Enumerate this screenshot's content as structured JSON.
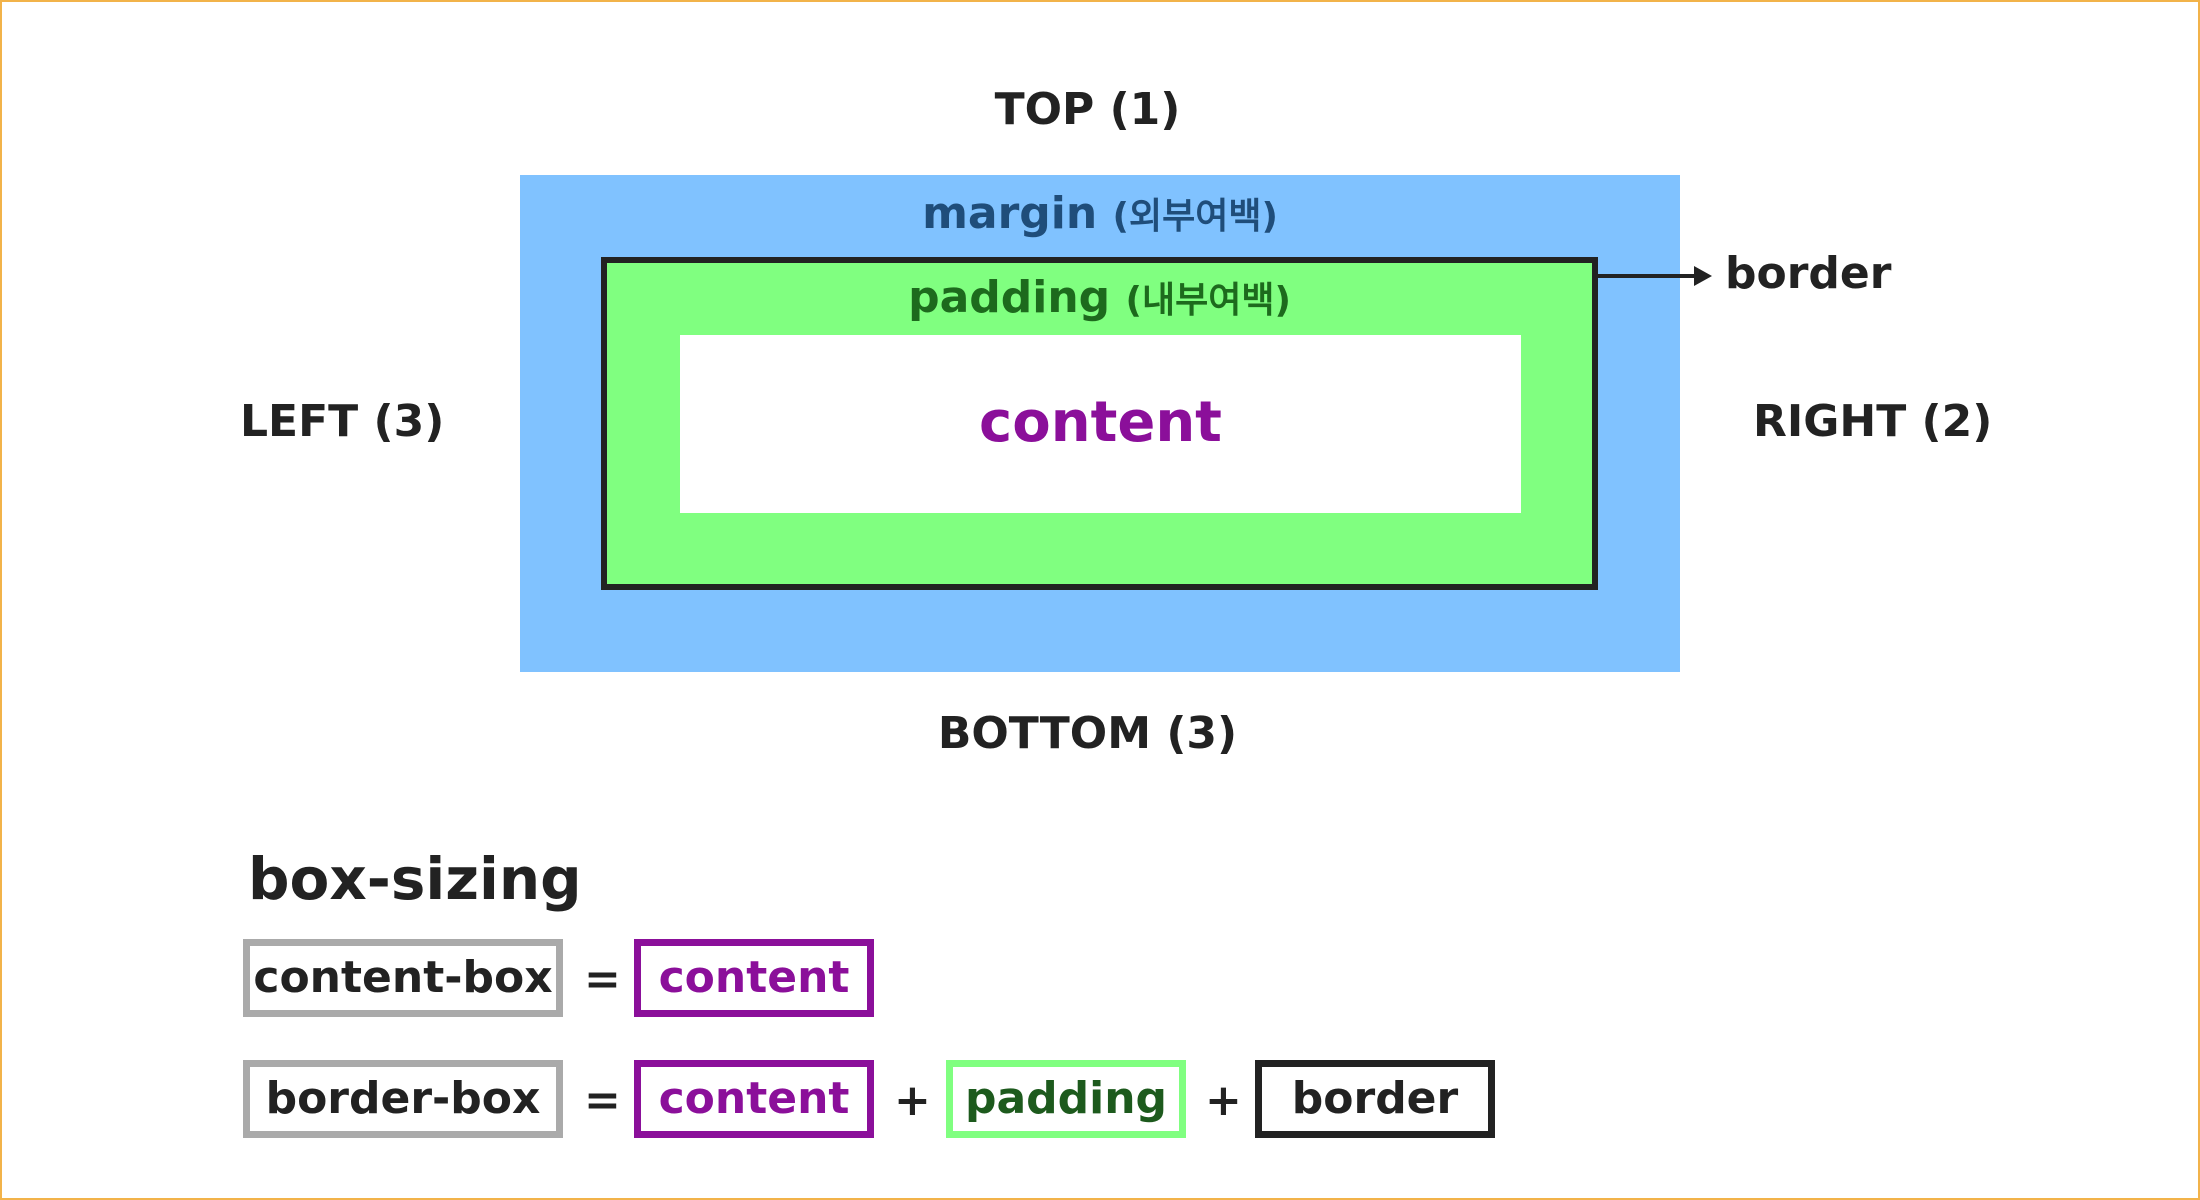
{
  "diagram": {
    "top_label": "TOP (1)",
    "right_label": "RIGHT (2)",
    "bottom_label": "BOTTOM (3)",
    "left_label": "LEFT (3)",
    "margin": {
      "title": "margin",
      "subtitle": "(외부여백)",
      "color": "#80c2ff"
    },
    "padding": {
      "title": "padding",
      "subtitle": "(내부여백)",
      "color": "#80ff80"
    },
    "content": {
      "title": "content",
      "color": "#8b0f9a"
    },
    "border": {
      "label": "border",
      "color": "#222222"
    }
  },
  "box_sizing": {
    "heading": "box-sizing",
    "equals": "=",
    "plus": "+",
    "content_box": {
      "label": "content-box",
      "parts": [
        "content"
      ]
    },
    "border_box": {
      "label": "border-box",
      "parts": [
        "content",
        "padding",
        "border"
      ]
    }
  }
}
